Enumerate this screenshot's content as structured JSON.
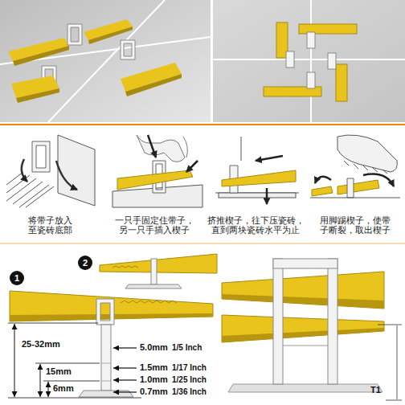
{
  "diagram": {
    "nodes": [
      {
        "text": [
          "2"
        ]
      },
      {
        "text": [
          "1"
        ]
      }
    ],
    "labels": [
      "将带子放入 至瓷砖底部",
      "一只手固定住带子， 另一只手插入楔子",
      "挤推楔子，往下压瓷砖， 直到两块瓷砖水平为止",
      "用脚踢楔子，使带 子断裂，取出楔子",
      "25-32mm",
      "5.0mm",
      "1/5 Inch",
      "15mm",
      "1.5mm",
      "1/17 Inch",
      "1.0mm",
      "1/25 Inch",
      "6mm",
      "0.7mm",
      "1/36 Inch",
      "T1"
    ]
  }
}
